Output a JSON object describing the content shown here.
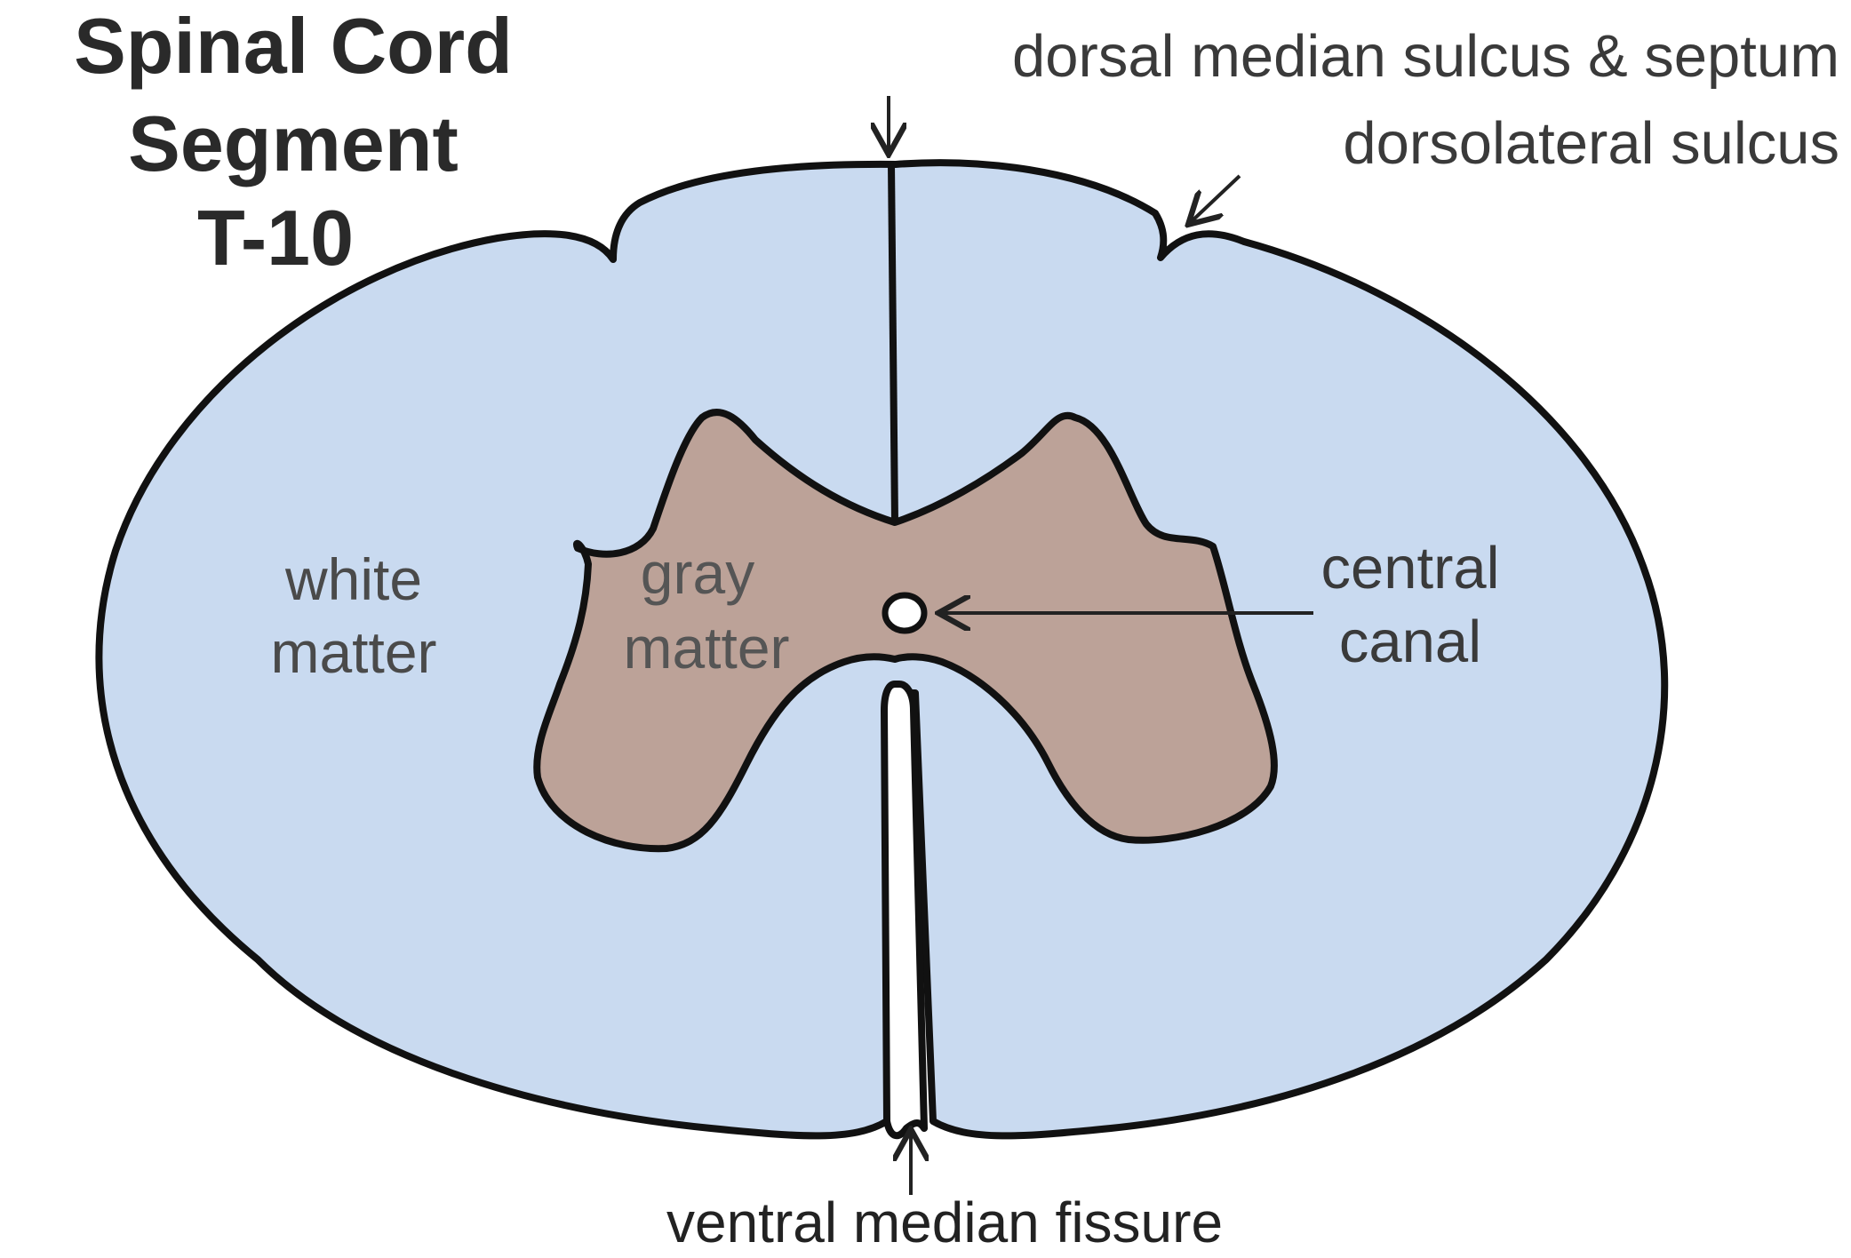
{
  "title": {
    "line1": "Spinal Cord",
    "line2": "Segment",
    "line3": "T-10"
  },
  "labels": {
    "dorsal_median": "dorsal median sulcus & septum",
    "dorsolateral": "dorsolateral sulcus",
    "white_matter_line1": "white",
    "white_matter_line2": "matter",
    "gray_matter_line1": "gray",
    "gray_matter_line2": "matter",
    "central_canal_line1": "central",
    "central_canal_line2": "canal",
    "ventral_median": "ventral median fissure"
  },
  "colors": {
    "white_matter": "#c9daf0",
    "gray_matter": "#bca298",
    "outline": "#111111"
  }
}
